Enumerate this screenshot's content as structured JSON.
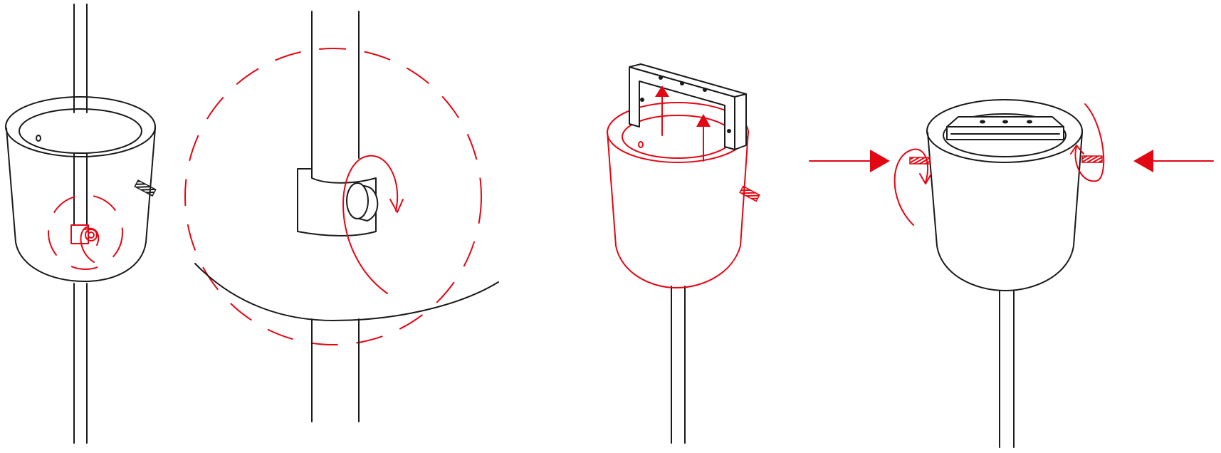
{
  "diagram": {
    "colors": {
      "line": "#1a1a1a",
      "accent": "#e30613",
      "background": "#ffffff"
    },
    "steps": [
      {
        "id": "step-1",
        "parts": [
          "pole",
          "cup-shade",
          "set-screw",
          "mounting-clamp",
          "rotate-arrow"
        ]
      },
      {
        "id": "step-2",
        "parts": [
          "pole",
          "mounting-clamp",
          "clamp-knob",
          "rotate-arrow",
          "zoom-circle"
        ]
      },
      {
        "id": "step-3",
        "parts": [
          "pole",
          "cup-shade",
          "mounting-bracket",
          "lift-arrow",
          "set-screw"
        ]
      },
      {
        "id": "step-4",
        "parts": [
          "pole",
          "cup-shade",
          "mounting-bracket",
          "set-screw",
          "rotate-arrow",
          "push-arrow"
        ]
      }
    ]
  }
}
